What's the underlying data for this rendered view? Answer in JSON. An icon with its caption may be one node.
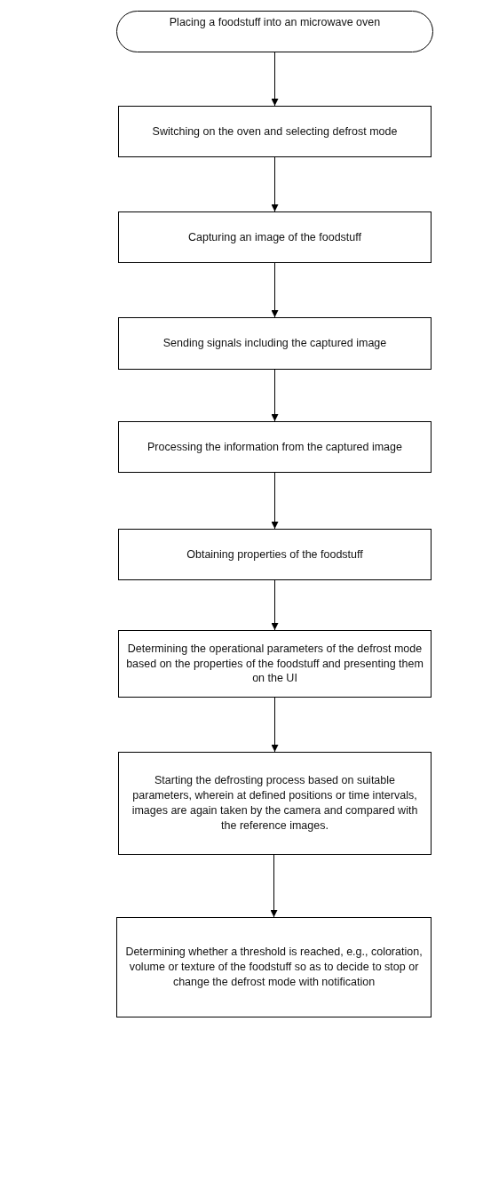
{
  "diagram": {
    "nodes": [
      {
        "text": [
          "Placing a foodstuff into an microwave oven"
        ]
      },
      {
        "text": [
          "Switching on the oven and selecting defrost mode"
        ]
      },
      {
        "text": [
          "Capturing an image of the foodstuff"
        ]
      },
      {
        "text": [
          "Sending signals including the captured image"
        ]
      },
      {
        "text": [
          "Processing the information from the captured image"
        ]
      },
      {
        "text": [
          "Obtaining properties of the foodstuff"
        ]
      },
      {
        "text": [
          "Determining the operational parameters of the defrost mode based on the properties of the foodstuff and presenting them on the UI"
        ]
      },
      {
        "text": [
          "Starting the defrosting process based on suitable parameters, wherein at defined positions or time intervals, images are again taken by the camera and compared with the reference images."
        ]
      },
      {
        "text": [
          "Determining whether a threshold is reached, e.g., coloration, volume or texture of the foodstuff so as to decide to stop or change the defrost mode with notification"
        ]
      }
    ],
    "edges": [
      {
        "from": 0,
        "to": 1,
        "arrow": "to"
      },
      {
        "from": 1,
        "to": 2,
        "arrow": "to"
      },
      {
        "from": 2,
        "to": 3,
        "arrow": "to"
      },
      {
        "from": 3,
        "to": 4,
        "arrow": "to"
      },
      {
        "from": 4,
        "to": 5,
        "arrow": "to"
      },
      {
        "from": 5,
        "to": 6,
        "arrow": "to"
      },
      {
        "from": 6,
        "to": 7,
        "arrow": "to"
      },
      {
        "from": 7,
        "to": 8,
        "arrow": "to"
      }
    ]
  }
}
